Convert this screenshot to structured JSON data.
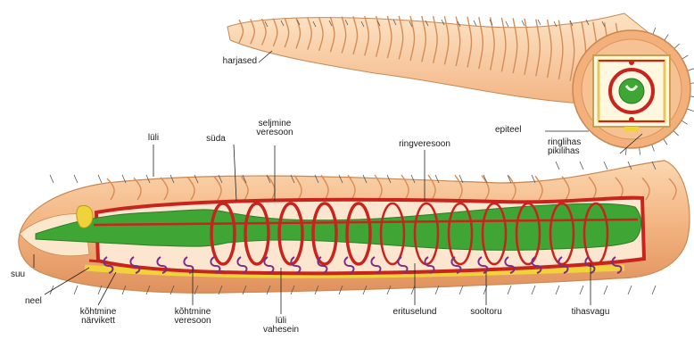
{
  "labels": {
    "harjased": "harjased",
    "epiteel": "epiteel",
    "ringlihas_line1": "ringlihas",
    "ringlihas_line2": "pikilihas",
    "lyli_top": "lüli",
    "sudi": "süda",
    "seljmine_line1": "seljmine",
    "seljmine_line2": "veresoon",
    "ringveresoon": "ringveresoon",
    "suu": "suu",
    "neel": "neel",
    "kohtmine_narvikett_line1": "kõhtmine",
    "kohtmine_narvikett_line2": "närvikett",
    "kohtmine_veresoon_line1": "kõhtmine",
    "kohtmine_veresoon_line2": "veresoon",
    "lyli_vahesein_line1": "lüli",
    "lyli_vahesein_line2": "vahesein",
    "erituselund": "erituselund",
    "sooltoru": "sooltoru",
    "tihasvagu": "tihasvagu"
  },
  "colors": {
    "skin": "#f2b380",
    "skin_dark": "#d98a55",
    "blood_vessel": "#c8231c",
    "gut": "#3fa535",
    "nerve": "#f0d23a",
    "organ": "#7a2e86"
  }
}
